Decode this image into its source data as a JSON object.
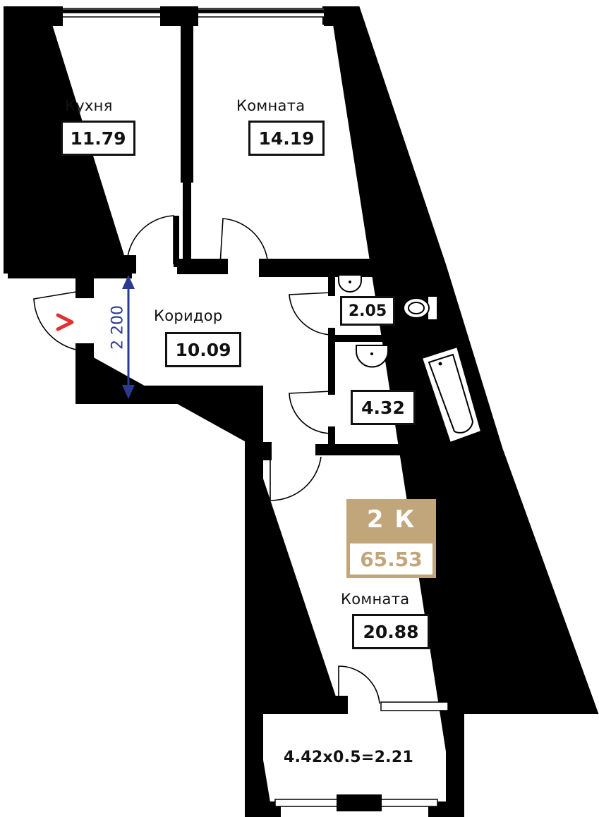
{
  "apartment": {
    "type_label": "2 К",
    "total_area": "65.53",
    "badge_color": "#c1a67c"
  },
  "rooms": {
    "kitchen": {
      "name": "Кухня",
      "area": "11.79"
    },
    "room1": {
      "name": "Комната",
      "area": "14.19"
    },
    "corridor": {
      "name": "Коридор",
      "area": "10.09"
    },
    "wc": {
      "area": "2.05"
    },
    "bathroom": {
      "area": "4.32"
    },
    "room2": {
      "name": "Комната",
      "area": "20.88"
    },
    "balcony": {
      "area": "4.42x0.5=2.21"
    }
  },
  "dimension": {
    "ceiling_height": "2 200",
    "color": "#2a3a8f"
  },
  "entrance_arrow_color": "#e03030"
}
